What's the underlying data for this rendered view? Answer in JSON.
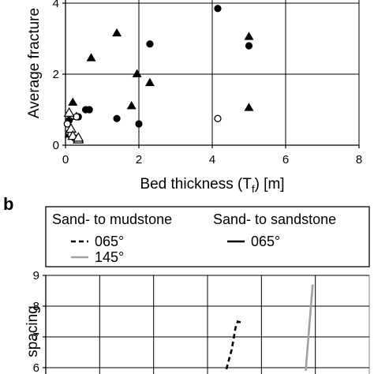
{
  "chart_data": [
    {
      "type": "scatter",
      "xlabel": "Bed thickness (T",
      "xlabel_sub": "f",
      "xlabel_tail": ") [m]",
      "ylabel": "Average fracture",
      "xlim": [
        0,
        8
      ],
      "ylim": [
        0,
        4
      ],
      "x_ticks": [
        "0",
        "2",
        "4",
        "6",
        "8"
      ],
      "y_ticks": [
        "0",
        "2",
        "4"
      ],
      "grid": true,
      "series": [
        {
          "marker": "filled-circle",
          "color": "#000000",
          "points": [
            [
              0.1,
              0.7
            ],
            [
              0.35,
              0.8
            ],
            [
              0.55,
              1.0
            ],
            [
              0.65,
              1.0
            ],
            [
              1.4,
              0.75
            ],
            [
              2.0,
              0.6
            ],
            [
              2.3,
              2.85
            ],
            [
              4.15,
              3.85
            ],
            [
              5.0,
              2.8
            ]
          ]
        },
        {
          "marker": "filled-triangle",
          "color": "#000000",
          "points": [
            [
              0.1,
              0.3
            ],
            [
              0.2,
              1.2
            ],
            [
              0.3,
              0.8
            ],
            [
              0.7,
              2.45
            ],
            [
              1.4,
              3.15
            ],
            [
              1.8,
              1.1
            ],
            [
              1.95,
              2.0
            ],
            [
              2.3,
              1.75
            ],
            [
              5.0,
              3.05
            ],
            [
              5.0,
              1.05
            ]
          ]
        },
        {
          "marker": "open-circle",
          "color": "#000000",
          "points": [
            [
              0.05,
              0.6
            ],
            [
              0.1,
              0.35
            ],
            [
              0.15,
              0.3
            ],
            [
              0.25,
              0.2
            ],
            [
              0.3,
              0.8
            ],
            [
              4.15,
              0.75
            ]
          ]
        },
        {
          "marker": "open-triangle",
          "color": "#000000",
          "points": [
            [
              0.1,
              0.9
            ],
            [
              0.15,
              0.45
            ],
            [
              0.2,
              0.25
            ],
            [
              0.35,
              0.15
            ],
            [
              0.35,
              0.2
            ]
          ]
        }
      ]
    },
    {
      "type": "line",
      "panel_label": "b",
      "ylabel": "spacing",
      "ylim": [
        6,
        9
      ],
      "y_ticks": [
        "6",
        "7",
        "8",
        "9"
      ],
      "grid": true,
      "legend": {
        "groups": [
          "Sand- to mudstone",
          "Sand- to sandstone"
        ],
        "entries": [
          {
            "label": "065°",
            "group": 0,
            "style": "dashed",
            "color": "#000000"
          },
          {
            "label": "145°",
            "group": 0,
            "style": "solid",
            "color": "#a0a0a0"
          },
          {
            "label": "065°",
            "group": 1,
            "style": "solid",
            "color": "#000000"
          }
        ]
      },
      "series": [
        {
          "style": "dashed",
          "color": "#000000",
          "points": [
            [
              3.35,
              5.95
            ],
            [
              3.45,
              6.6
            ],
            [
              3.52,
              7.3
            ],
            [
              3.56,
              7.5
            ],
            [
              3.65,
              7.45
            ]
          ]
        },
        {
          "style": "solid",
          "color": "#a0a0a0",
          "points": [
            [
              4.82,
              5.9
            ],
            [
              4.95,
              8.7
            ]
          ]
        }
      ]
    }
  ]
}
